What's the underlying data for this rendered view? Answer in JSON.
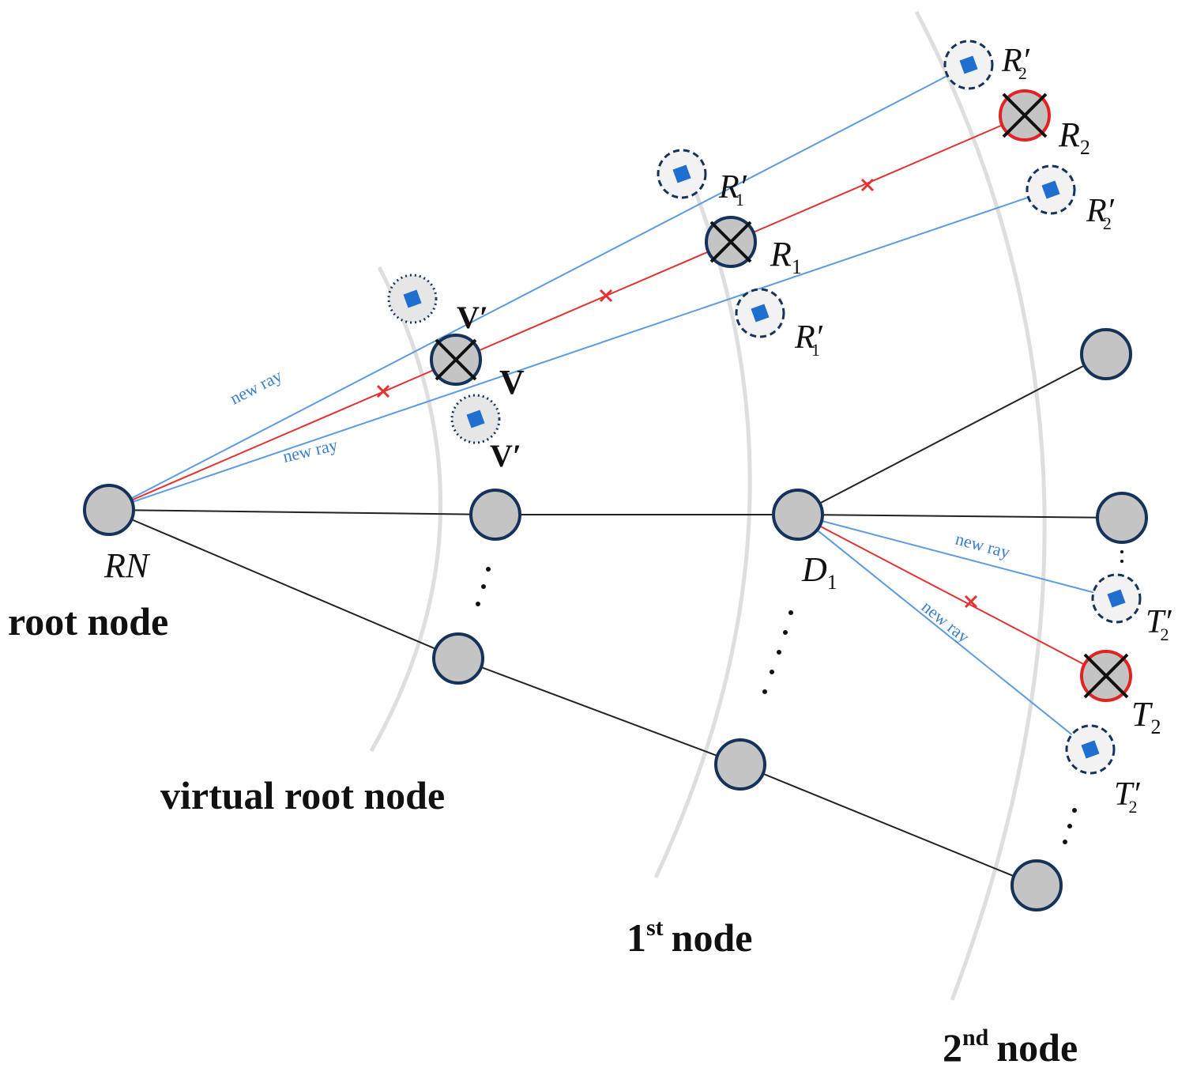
{
  "colors": {
    "node_fill": "#c4c4c4",
    "node_stroke": "#15335a",
    "new_ray": "#5b9be0",
    "blocked_ray": "#e23232",
    "arc": "#dedede",
    "marker": "#1f6fd0",
    "blocked_ring": "#e02424"
  },
  "labels": {
    "root_node": "root node",
    "virtual_root_node": "virtual root node",
    "first_node_num": "1",
    "first_node_sup": "st",
    "first_node_word": "node",
    "second_node_num": "2",
    "second_node_sup": "nd",
    "second_node_word": "node",
    "rn": "RN",
    "d_main": "D",
    "d_sub": "1",
    "v_prime": "V′",
    "v": "V",
    "v_prime_lower": "V′",
    "r1_prime_upper_main": "R′",
    "r1_prime_upper_sub": "1",
    "r1_main": "R",
    "r1_sub": "1",
    "r1_prime_lower_main": "R′",
    "r1_prime_lower_sub": "1",
    "r2_prime_upper_main": "R′",
    "r2_prime_upper_sub": "2",
    "r2_main": "R",
    "r2_sub": "2",
    "r2_prime_lower_main": "R′",
    "r2_prime_lower_sub": "2",
    "t2_prime_upper_main": "T′",
    "t2_prime_upper_sub": "2",
    "t2_main": "T",
    "t2_sub": "2",
    "t2_prime_lower_main": "T′",
    "t2_prime_lower_sub": "2",
    "new_ray_1": "new ray",
    "new_ray_2": "new ray",
    "new_ray_3": "new ray",
    "new_ray_4": "new ray"
  }
}
